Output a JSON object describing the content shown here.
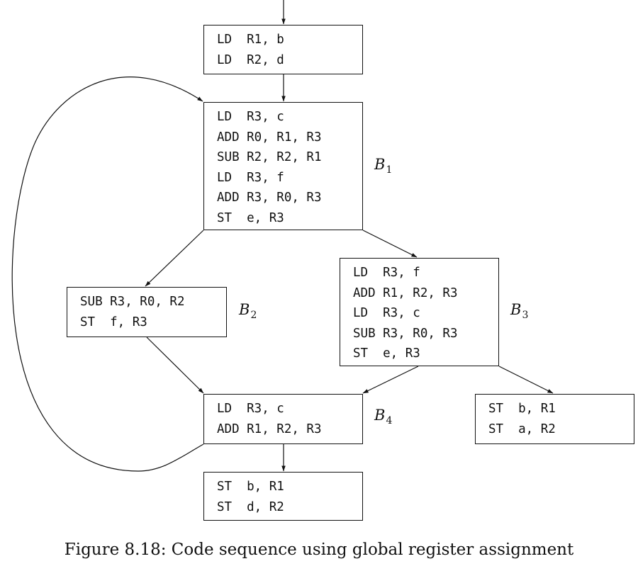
{
  "blocks": {
    "init": {
      "lines": [
        "LD  R1, b",
        "LD  R2, d"
      ]
    },
    "b1": {
      "lines": [
        "LD  R3, c",
        "ADD R0, R1, R3",
        "SUB R2, R2, R1",
        "LD  R3, f",
        "ADD R3, R0, R3",
        "ST  e, R3"
      ],
      "label": "B",
      "sub": "1"
    },
    "b2": {
      "lines": [
        "SUB R3, R0, R2",
        "ST  f, R3"
      ],
      "label": "B",
      "sub": "2"
    },
    "b3": {
      "lines": [
        "LD  R3, f",
        "ADD R1, R2, R3",
        "LD  R3, c",
        "SUB R3, R0, R3",
        "ST  e, R3"
      ],
      "label": "B",
      "sub": "3"
    },
    "b4": {
      "lines": [
        "LD  R3, c",
        "ADD R1, R2, R3"
      ],
      "label": "B",
      "sub": "4"
    },
    "exit5": {
      "lines": [
        "ST  b, R1",
        "ST  a, R2"
      ]
    },
    "exit4": {
      "lines": [
        "ST  b, R1",
        "ST  d, R2"
      ]
    }
  },
  "caption": "Figure 8.18: Code sequence using global register assignment"
}
